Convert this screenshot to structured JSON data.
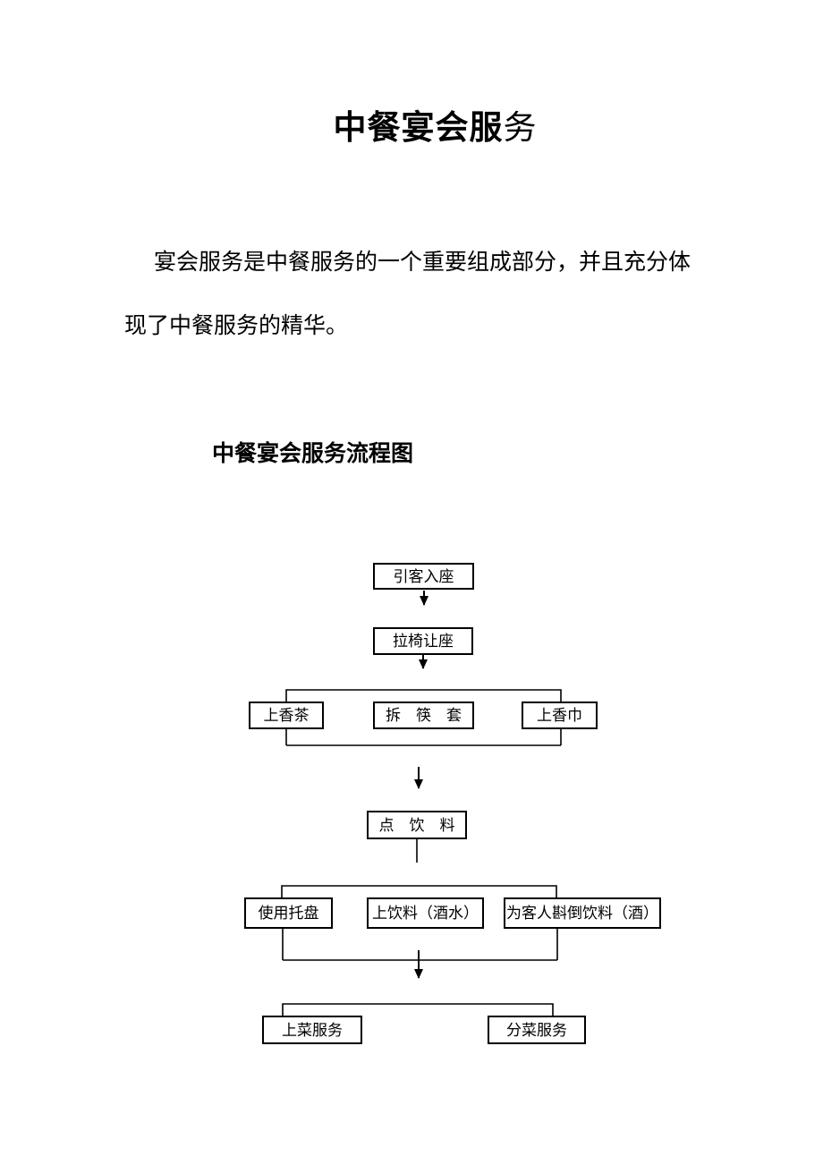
{
  "document": {
    "title": {
      "main": "中餐宴会服",
      "suffix": "务"
    },
    "intro": {
      "line1": "宴会服务是中餐服务的一个重要组成部分，并且充分体",
      "line2": "现了中餐服务的精华。"
    },
    "flowchart_heading": "中餐宴会服务流程图"
  },
  "flowchart": {
    "nodes": {
      "guide_guests": "引客入座",
      "pull_chair": "拉椅让座",
      "serve_tea": "上香茶",
      "unwrap_chopsticks": "拆　筷　套",
      "serve_towel": "上香巾",
      "order_drinks": "点　饮　料",
      "use_tray": "使用托盘",
      "serve_drinks": "上饮料（酒水）",
      "pour_drinks": "为客人斟倒饮料（酒）",
      "serve_dishes": "上菜服务",
      "portion_dishes": "分菜服务"
    },
    "colors": {
      "ink": "#000000",
      "line": "#000000",
      "box_border": "#000000",
      "box_fill": "#ffffff",
      "page_background": "#ffffff"
    }
  }
}
